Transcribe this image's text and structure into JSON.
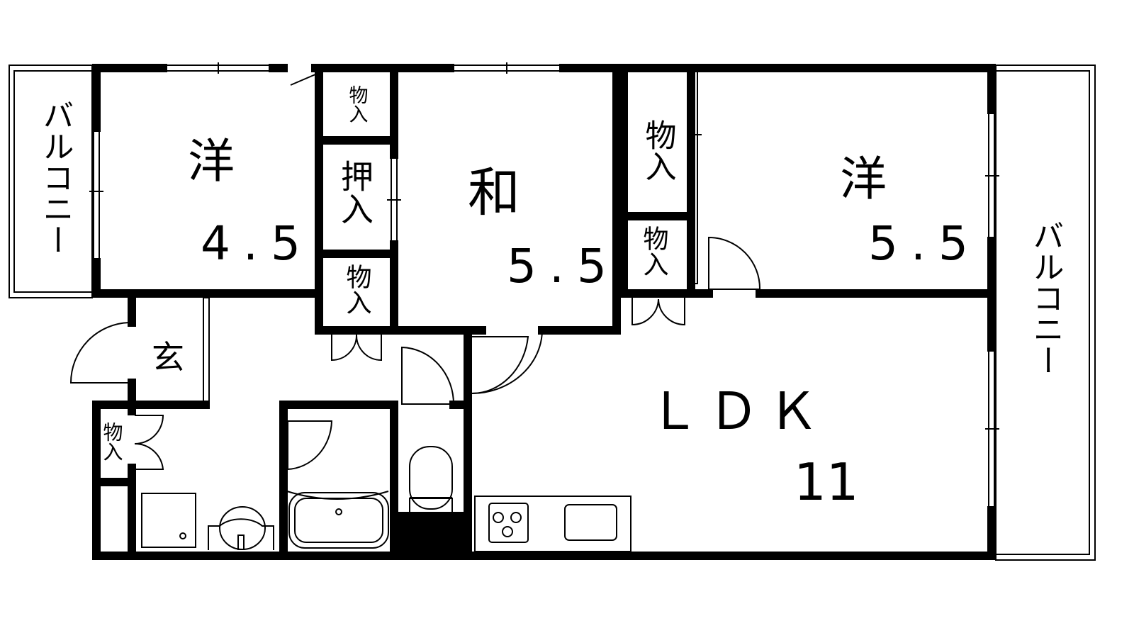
{
  "rooms": {
    "balcony_left": "バルコニー",
    "balcony_right": "バルコニー",
    "western_1": {
      "kanji": "洋",
      "size": "4.5"
    },
    "japanese": {
      "kanji": "和",
      "size": "5.5"
    },
    "western_2": {
      "kanji": "洋",
      "size": "5.5"
    },
    "ldk": {
      "name": "ＬＤＫ",
      "size": "11"
    },
    "entrance": "玄",
    "closet_a": "物入",
    "closet_oshiire": "押入",
    "closet_b": "物入",
    "closet_c": "物入",
    "closet_d": "物入",
    "closet_e": "物入"
  }
}
